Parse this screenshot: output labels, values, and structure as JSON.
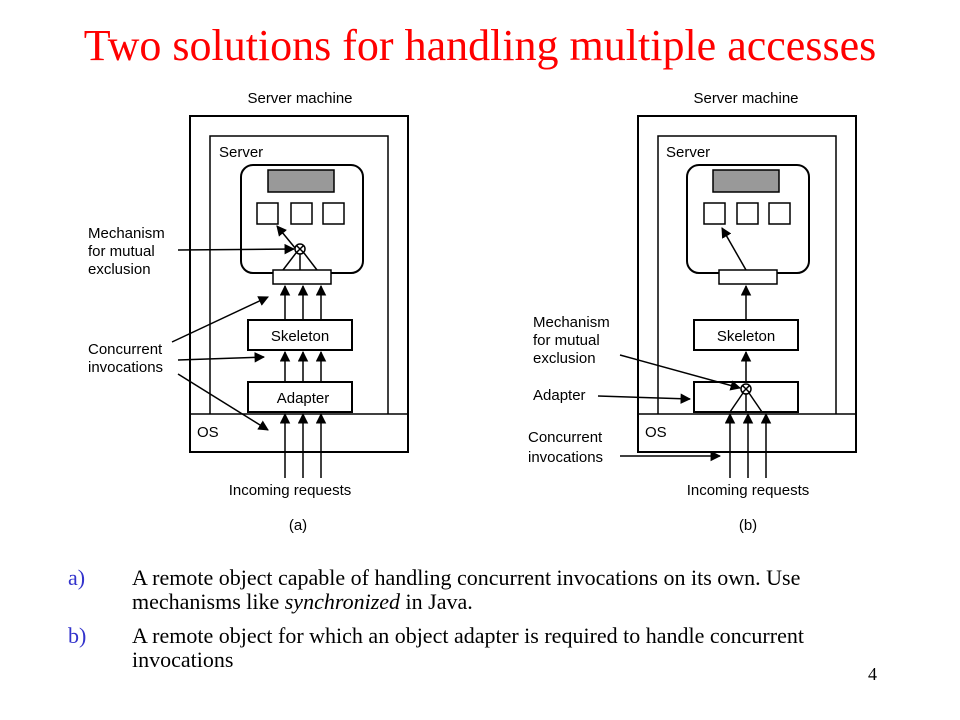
{
  "title": "Two solutions for handling multiple accesses",
  "diagram_a": {
    "server_machine": "Server machine",
    "server": "Server",
    "mechanism_line1": "Mechanism",
    "mechanism_line2": "for mutual",
    "mechanism_line3": "exclusion",
    "concurrent_line1": "Concurrent",
    "concurrent_line2": "invocations",
    "skeleton": "Skeleton",
    "adapter": "Adapter",
    "os": "OS",
    "incoming": "Incoming requests",
    "caption": "(a)"
  },
  "diagram_b": {
    "server_machine": "Server machine",
    "server": "Server",
    "mechanism_line1": "Mechanism",
    "mechanism_line2": "for mutual",
    "mechanism_line3": "exclusion",
    "adapter_label": "Adapter",
    "concurrent_line1": "Concurrent",
    "concurrent_line2": "invocations",
    "skeleton": "Skeleton",
    "os": "OS",
    "incoming": "Incoming requests",
    "caption": "(b)"
  },
  "captions": [
    {
      "marker": "a)",
      "text_before": "A remote object capable of handling concurrent invocations on its own. Use mechanisms like ",
      "emphasis": "synchronized",
      "text_after": " in Java."
    },
    {
      "marker": "b)",
      "text_before": "A remote object for which an object adapter is required to handle concurrent invocations",
      "emphasis": "",
      "text_after": ""
    }
  ],
  "page_number": "4"
}
